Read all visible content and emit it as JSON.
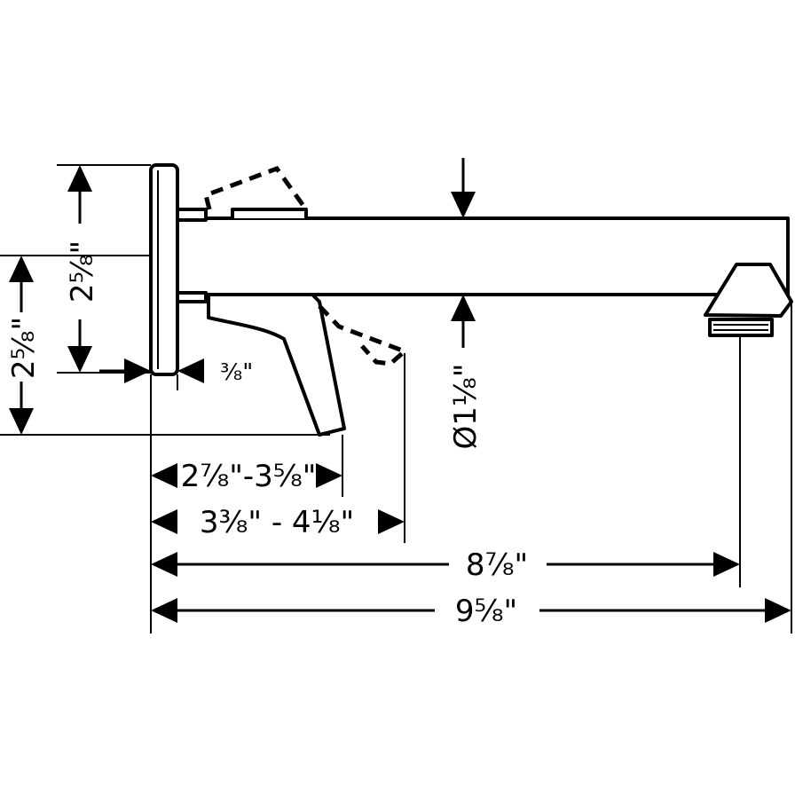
{
  "dimensions": {
    "height_left_outer": "2⁵⁄₈\"",
    "height_plate": "2⁵⁄₈\"",
    "plate_thickness": "³⁄₈\"",
    "spout_diameter": "Ø1¹⁄₈\"",
    "handle_reach_short": "2⁷⁄₈\"-3⁵⁄₈\"",
    "handle_reach_long": "3³⁄₈\" - 4¹⁄₈\"",
    "spout_outlet_reach": "8⁷⁄₈\"",
    "overall_length": "9⁵⁄₈\""
  }
}
